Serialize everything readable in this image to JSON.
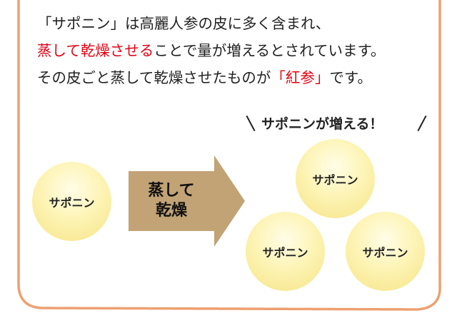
{
  "intro": {
    "line1": "「サポニン」は高麗人参の皮に多く含まれ、",
    "line2_highlight": "蒸して乾燥させる",
    "line2_rest": "ことで量が増えるとされています。",
    "line3_start": "その皮ごと蒸して乾燥させたものが",
    "line3_highlight": "「紅参」",
    "line3_end": "です。"
  },
  "callout": {
    "text": "サポニンが増える！"
  },
  "before": {
    "bubble_label": "サポニン"
  },
  "process": {
    "line1": "蒸して",
    "line2": "乾燥"
  },
  "after": {
    "bubbles": [
      "サポニン",
      "サポニン",
      "サポニン"
    ]
  },
  "colors": {
    "frame_border": "#eda070",
    "highlight": "#e60012",
    "arrow": "#c2a375",
    "bubble": "#fdf4b6"
  }
}
